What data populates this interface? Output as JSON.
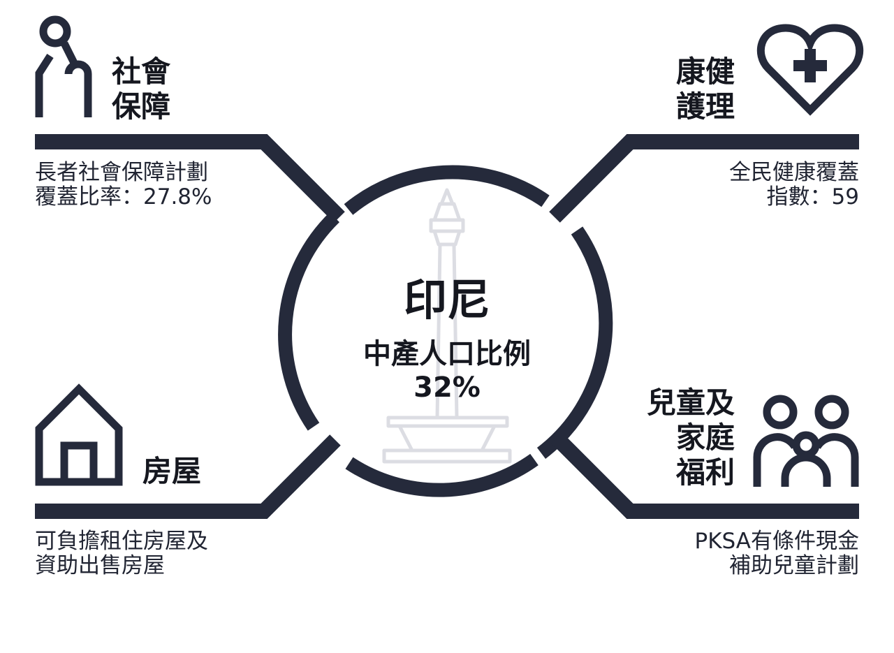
{
  "center": {
    "country": "印尼",
    "metric_label": "中產人口比例",
    "metric_value": "32%"
  },
  "sections": {
    "social_security": {
      "title_lines": [
        "社會",
        "保障"
      ],
      "desc_lines": [
        "長者社會保障計劃",
        "覆蓋比率：27.8%"
      ],
      "icon": "elderly-person-with-cane-icon"
    },
    "healthcare": {
      "title_lines": [
        "康健",
        "護理"
      ],
      "desc_lines": [
        "全民健康覆蓋",
        "指數：59"
      ],
      "icon": "heart-with-cross-icon"
    },
    "housing": {
      "title_lines": [
        "房屋"
      ],
      "desc_lines": [
        "可負擔租住房屋及",
        "資助出售房屋"
      ],
      "icon": "house-icon"
    },
    "family_welfare": {
      "title_lines": [
        "兒童及",
        "家庭",
        "福利"
      ],
      "desc_lines": [
        "PKSA有條件現金",
        "補助兒童計劃"
      ],
      "icon": "family-icon"
    }
  },
  "colors": {
    "primary": "#252a3b",
    "landmark": "#dcdde3",
    "background": "#ffffff"
  }
}
